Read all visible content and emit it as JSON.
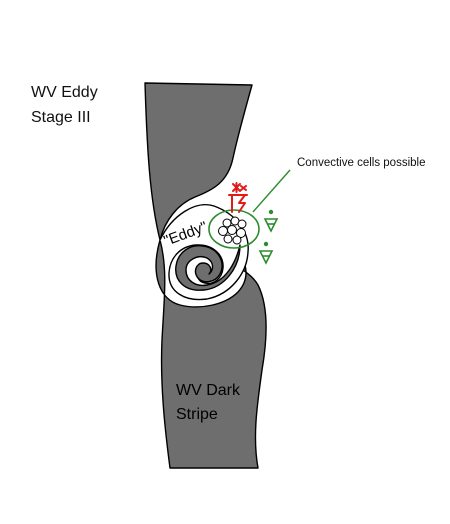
{
  "diagram": {
    "stage_title_line1": "WV Eddy",
    "stage_title_line2": "Stage III",
    "eddy_label": "\"Eddy\"",
    "stripe_label_line1": "WV Dark",
    "stripe_label_line2": "Stripe",
    "convective_label": "Convective cells possible"
  },
  "colors": {
    "dark_stripe": "#6e6e6e",
    "outline": "#000000",
    "convective_green": "#2e8b2e",
    "lightning_red": "#e11a1a",
    "cells_fill": "#ffffff"
  },
  "icons": {
    "thunderstorm": "thunderstorm-lightning-icon",
    "shower_upper": "rain-shower-icon",
    "shower_lower": "rain-shower-icon"
  }
}
